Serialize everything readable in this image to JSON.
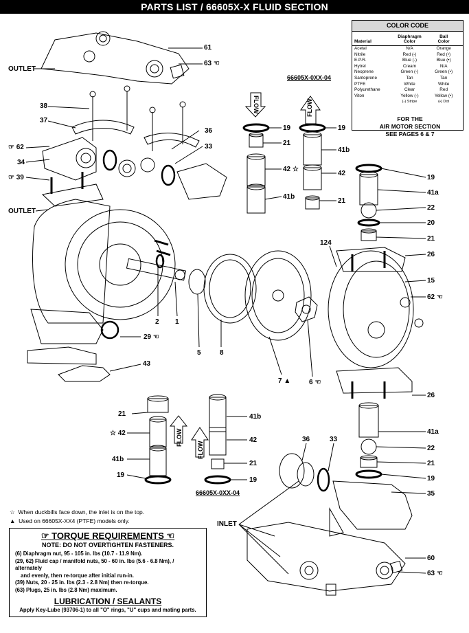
{
  "header": {
    "title": "PARTS LIST / 66605X-X FLUID SECTION"
  },
  "color_code": {
    "title": "COLOR CODE",
    "headers": [
      "Material",
      "Diaphragm\nColor",
      "Ball\nColor"
    ],
    "rows": [
      [
        "Acetal",
        "N/A",
        "Orange"
      ],
      [
        "Nitrile",
        "Red (-)",
        "Red (•)"
      ],
      [
        "E.P.R.",
        "Blue (-)",
        "Blue (•)"
      ],
      [
        "Hytrel",
        "Cream",
        "N/A"
      ],
      [
        "Neoprene",
        "Green (-)",
        "Green (•)"
      ],
      [
        "Santoprene",
        "Tan",
        "Tan"
      ],
      [
        "PTFE",
        "White",
        "White"
      ],
      [
        "Polyurethane",
        "Clear",
        "Red"
      ],
      [
        "Viton",
        "Yellow (-)",
        "Yellow (•)"
      ]
    ],
    "foot": [
      "",
      "(-) Stripe",
      "(•) Dot"
    ]
  },
  "air_motor": {
    "line1": "FOR THE",
    "line2": "AIR MOTOR SECTION",
    "line3": "SEE PAGES 6 & 7"
  },
  "models": {
    "upper": "66605X-0XX-04",
    "lower": "66605X-0XX-04"
  },
  "flow": "FLOW",
  "callouts": {
    "outlet_top": "OUTLET",
    "outlet_mid": "OUTLET",
    "inlet": "INLET",
    "p61": "61",
    "p63a": "63",
    "p38": "38",
    "p37": "37",
    "p62a": "62",
    "p34": "34",
    "p39": "39",
    "p36a": "36",
    "p33a": "33",
    "p19a": "19",
    "p21a": "21",
    "p42a": "42",
    "p41ba": "41b",
    "p19b": "19",
    "p41bb": "41b",
    "p42b": "42",
    "p21b": "21",
    "p19c": "19",
    "p41aa": "41a",
    "p22a": "22",
    "p20": "20",
    "p21c": "21",
    "p124": "124",
    "p26a": "26",
    "p15": "15",
    "p62b": "62",
    "p2": "2",
    "p1": "1",
    "p29": "29",
    "p5": "5",
    "p8": "8",
    "p7": "7",
    "p6": "6",
    "p26b": "26",
    "p43": "43",
    "p21d": "21",
    "p42c": "42",
    "p41bc": "41b",
    "p19d": "19",
    "p41bd": "41b",
    "p42d": "42",
    "p21e": "21",
    "p19e": "19",
    "p36b": "36",
    "p33b": "33",
    "p41ab": "41a",
    "p22b": "22",
    "p21f": "21",
    "p19f": "19",
    "p35": "35",
    "p60": "60",
    "p63b": "63"
  },
  "notes": {
    "star": "When duckbills face down, the inlet is on the top.",
    "triangle": "Used on 66605X-XX4 (PTFE) models only."
  },
  "torque": {
    "title": "TORQUE REQUIREMENTS",
    "note": "NOTE: DO NOT OVERTIGHTEN FASTENERS.",
    "lines": [
      "(6) Diaphragm nut, 95 - 105 in. lbs (10.7 - 11.9 Nm).",
      "(29, 62) Fluid cap / manifold nuts, 50 - 60 in. lbs (5.6 - 6.8 Nm), / alternately",
      "and evenly, then re-torque after initial run-in.",
      "(39) Nuts, 20 - 25 in. lbs (2.3 - 2.8 Nm) then re-torque.",
      "(63) Plugs, 25 in. lbs (2.8 Nm) maximum."
    ]
  },
  "lubrication": {
    "title": "LUBRICATION / SEALANTS",
    "text": "Apply Key-Lube (93706-1) to all \"O\" rings, \"U\" cups and mating parts."
  }
}
